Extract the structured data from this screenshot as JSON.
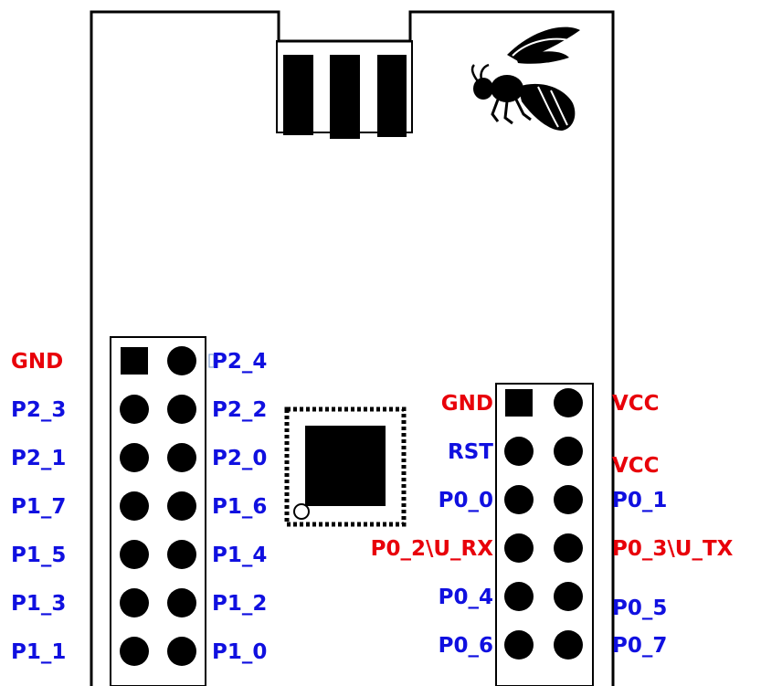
{
  "colors": {
    "gnd_vcc_signal": "#e8000a",
    "gpio": "#1010e0",
    "outline": "#000000"
  },
  "board": {
    "antenna_traces": 3,
    "logo": "wasp-icon"
  },
  "left_header": {
    "rows": [
      {
        "left_label": "GND",
        "left_color": "red",
        "right_label": "P2_4",
        "right_color": "blue",
        "left_pad": "square"
      },
      {
        "left_label": "P2_3",
        "left_color": "blue",
        "right_label": "P2_2",
        "right_color": "blue",
        "left_pad": "round"
      },
      {
        "left_label": "P2_1",
        "left_color": "blue",
        "right_label": "P2_0",
        "right_color": "blue",
        "left_pad": "round"
      },
      {
        "left_label": "P1_7",
        "left_color": "blue",
        "right_label": "P1_6",
        "right_color": "blue",
        "left_pad": "round"
      },
      {
        "left_label": "P1_5",
        "left_color": "blue",
        "right_label": "P1_4",
        "right_color": "blue",
        "left_pad": "round"
      },
      {
        "left_label": "P1_3",
        "left_color": "blue",
        "right_label": "P1_2",
        "right_color": "blue",
        "left_pad": "round"
      },
      {
        "left_label": "P1_1",
        "left_color": "blue",
        "right_label": "P1_0",
        "right_color": "blue",
        "left_pad": "round"
      }
    ]
  },
  "right_header": {
    "rows": [
      {
        "left_label": "GND",
        "left_color": "red",
        "right_label": "VCC",
        "right_color": "red",
        "left_pad": "square"
      },
      {
        "left_label": "RST",
        "left_color": "blue",
        "right_label": "VCC",
        "right_color": "red",
        "left_pad": "round"
      },
      {
        "left_label": "P0_0",
        "left_color": "blue",
        "right_label": "P0_1",
        "right_color": "blue",
        "left_pad": "round"
      },
      {
        "left_label": "P0_2\\U_RX",
        "left_color": "red",
        "right_label": "P0_3\\U_TX",
        "right_color": "red",
        "left_pad": "round"
      },
      {
        "left_label": "P0_4",
        "left_color": "blue",
        "right_label": "P0_5",
        "right_color": "blue",
        "left_pad": "round"
      },
      {
        "left_label": "P0_6",
        "left_color": "blue",
        "right_label": "P0_7",
        "right_color": "blue",
        "left_pad": "round"
      }
    ]
  }
}
